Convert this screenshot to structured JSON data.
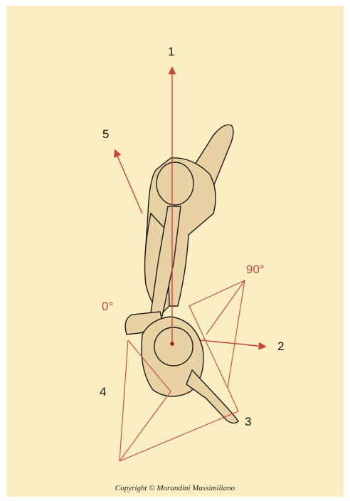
{
  "labels": {
    "direction_1": "1",
    "direction_2": "2",
    "direction_3": "3",
    "direction_4": "4",
    "direction_5": "5",
    "angle_0": "0°",
    "angle_90": "90°"
  },
  "copyright": "Copyright © Morandini Massimiliano",
  "colors": {
    "background": "#fbeec2",
    "arrow": "#c8463a",
    "figure_fill": "#e8d2a4",
    "outline": "#1a1a1a"
  }
}
